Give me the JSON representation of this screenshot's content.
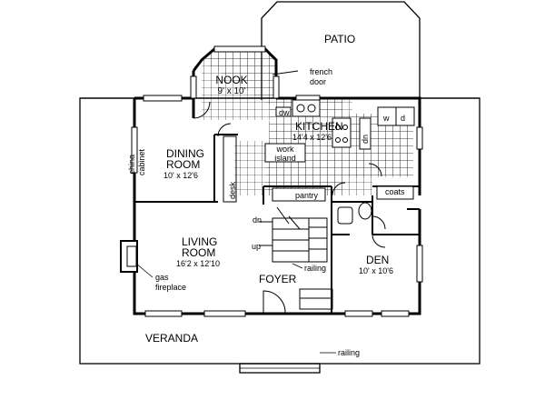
{
  "rooms": {
    "patio": {
      "name": "PATIO"
    },
    "nook": {
      "name": "NOOK",
      "size": "9' x 10'"
    },
    "kitchen": {
      "name": "KITCHEN",
      "size": "14'4 x 12'6"
    },
    "dining": {
      "name": "DINING",
      "name2": "ROOM",
      "size": "10' x 12'6"
    },
    "living": {
      "name": "LIVING",
      "name2": "ROOM",
      "size": "16'2 x 12'10"
    },
    "den": {
      "name": "DEN",
      "size": "10' x 10'6"
    },
    "foyer": {
      "name": "FOYER"
    },
    "veranda": {
      "name": "VERANDA"
    }
  },
  "labels": {
    "french_door": [
      "french",
      "door"
    ],
    "work_island": [
      "work",
      "island"
    ],
    "dw": "dw",
    "w": "w",
    "d": "d",
    "up_kitchen": "up",
    "pantry": "pantry",
    "coats": "coats",
    "china_cabinet": [
      "china",
      "cabinet"
    ],
    "desk": "desk",
    "dn": "dn",
    "up": "up",
    "gas_fireplace": [
      "gas",
      "fireplace"
    ],
    "railing_stair": "railing",
    "railing_porch": "railing"
  },
  "colors": {
    "line": "#000000",
    "background": "#ffffff"
  }
}
